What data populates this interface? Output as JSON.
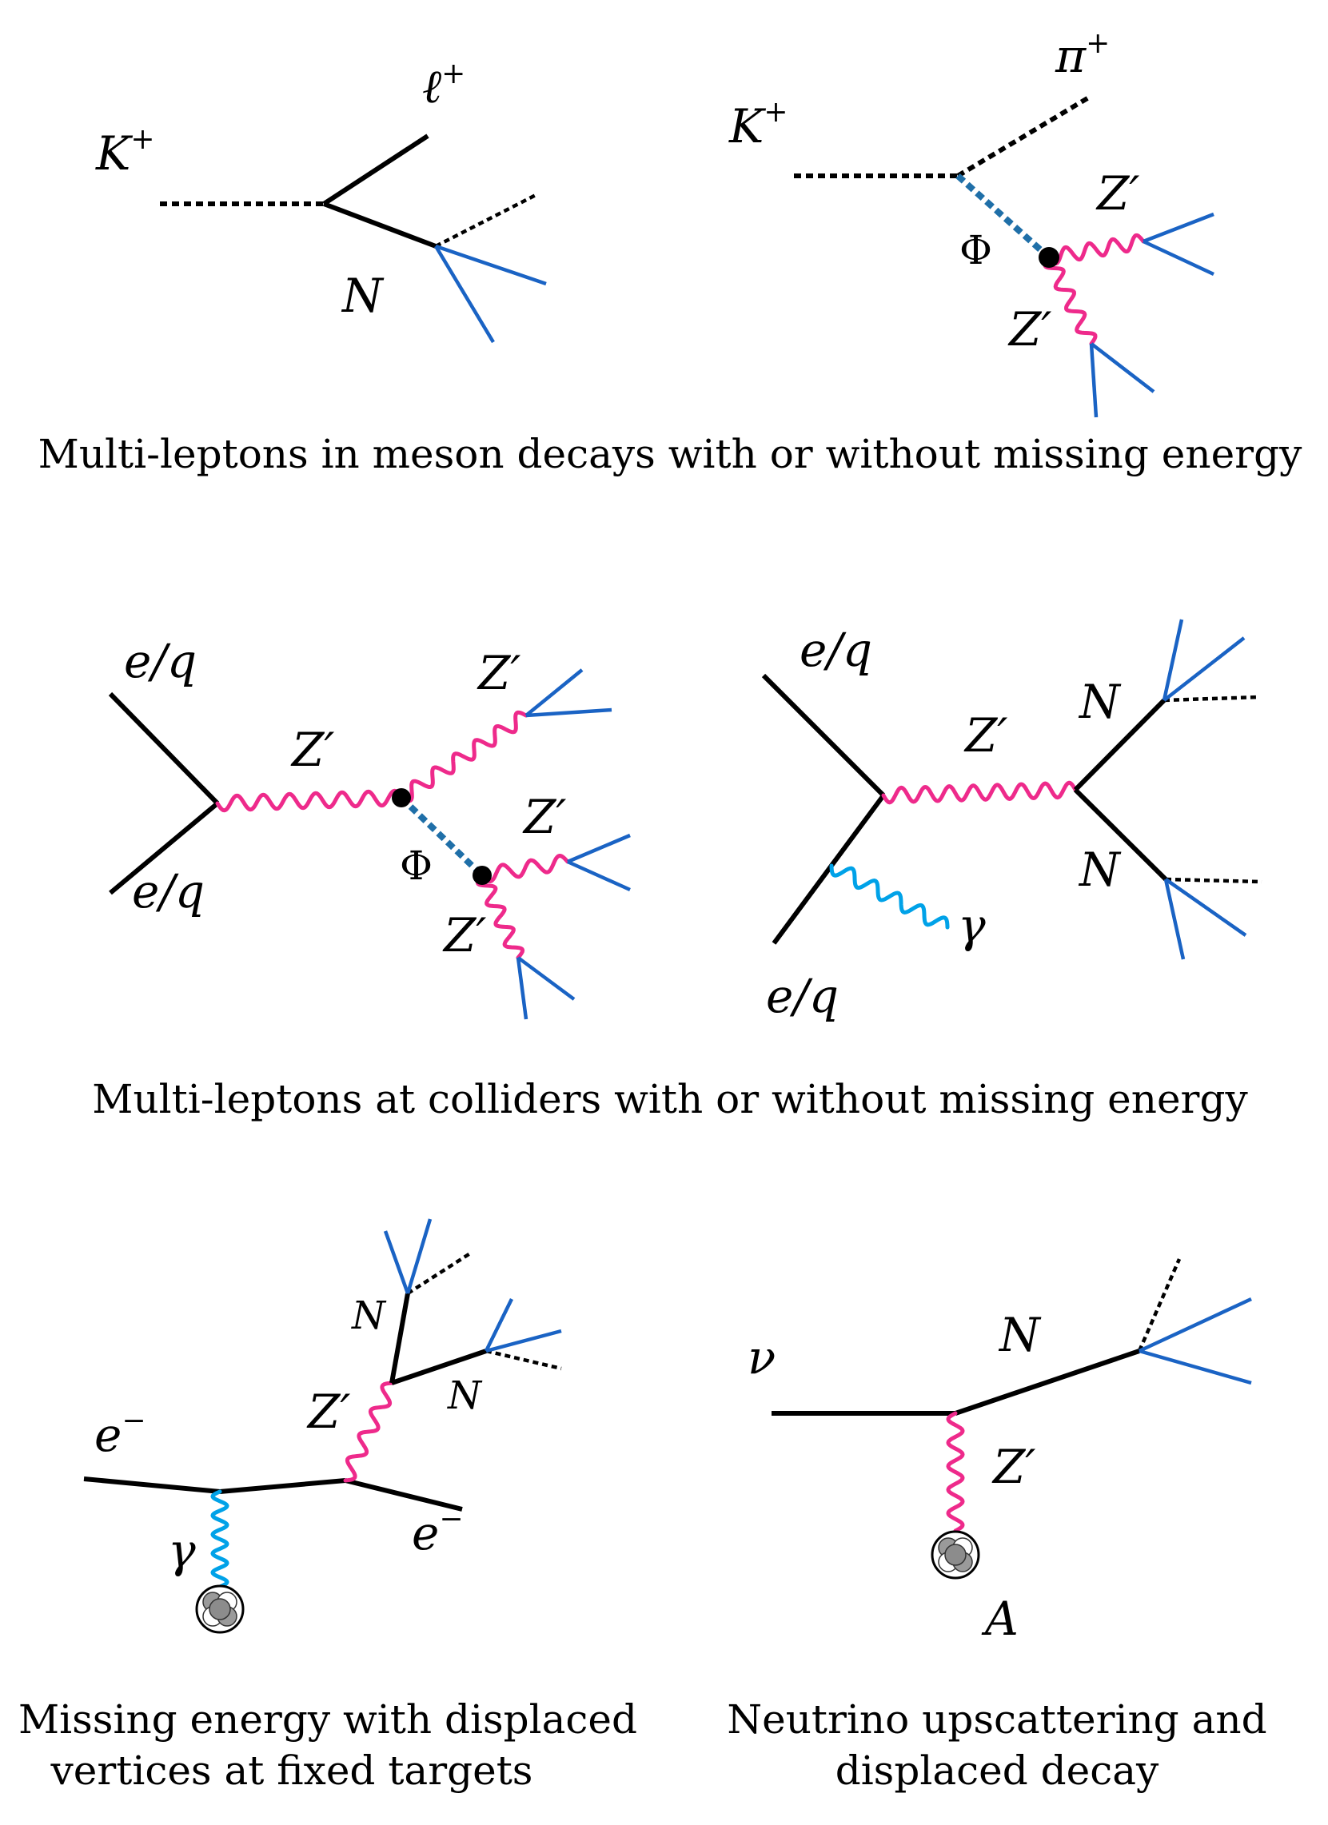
{
  "colors": {
    "fermion": "#000000",
    "scalar_dark": "#000000",
    "scalar_blue": "#1f6fa8",
    "zprime": "#ee2a8b",
    "photon": "#00a2e8",
    "lepton_pair": "#1a63c4",
    "vertex": "#000000"
  },
  "icons": {
    "nucleus": "nucleus-icon"
  },
  "panels": {
    "meson_N": {
      "labels": {
        "kaon": "K",
        "kaon_sup": "+",
        "lepton": "ℓ",
        "lepton_sup": "+",
        "N": "N"
      }
    },
    "meson_phi": {
      "labels": {
        "kaon": "K",
        "kaon_sup": "+",
        "pion": "π",
        "pion_sup": "+",
        "phi": "Φ",
        "z1": "Z′",
        "z2": "Z′"
      }
    },
    "collider_phi": {
      "labels": {
        "in1": "e/q",
        "in2": "e/q",
        "z": "Z′",
        "z1": "Z′",
        "z2": "Z′",
        "z3": "Z′",
        "phi": "Φ"
      }
    },
    "collider_N": {
      "labels": {
        "in1": "e/q",
        "in2": "e/q",
        "z": "Z′",
        "n1": "N",
        "n2": "N",
        "gamma": "γ"
      }
    },
    "fixed_target": {
      "labels": {
        "e_in": "e",
        "e_in_sup": "−",
        "e_out": "e",
        "e_out_sup": "−",
        "gamma": "γ",
        "z": "Z′",
        "n1": "N",
        "n2": "N"
      }
    },
    "upscatter": {
      "labels": {
        "nu": "ν",
        "N": "N",
        "z": "Z′",
        "A": "A"
      }
    }
  },
  "captions": {
    "row1": "Multi-leptons in meson decays with or without missing energy",
    "row2": "Multi-leptons at colliders with or without missing energy",
    "row3_left": [
      "Missing energy with displaced",
      "vertices at fixed targets"
    ],
    "row3_right": [
      "Neutrino upscattering and",
      "displaced decay"
    ]
  }
}
